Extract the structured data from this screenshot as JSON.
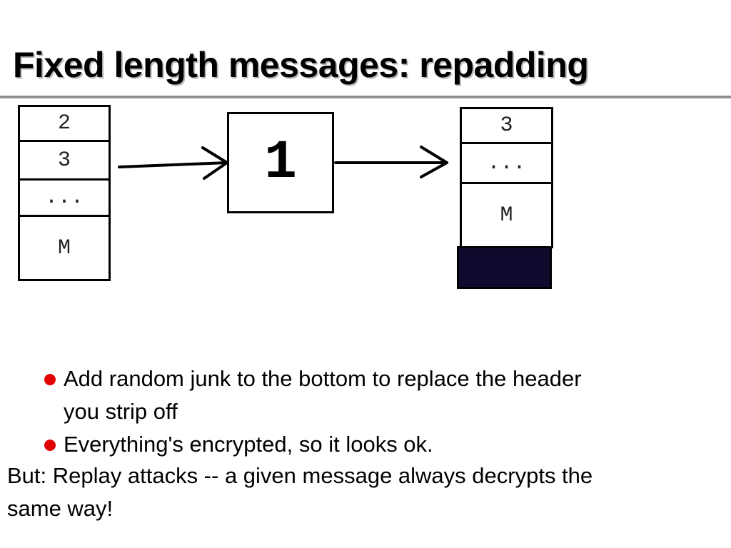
{
  "slide": {
    "title": "Fixed length messages: repadding"
  },
  "diagram": {
    "left_stack": [
      "2",
      "3",
      "...",
      "M"
    ],
    "middle_box": "1",
    "right_stack": [
      "3",
      "...",
      "M",
      ""
    ]
  },
  "bullets": [
    {
      "line1": "Add random junk to the bottom to replace the header",
      "line2": "you strip off"
    },
    {
      "line1": "Everything's encrypted, so it looks ok."
    }
  ],
  "conclusion": {
    "line1": "But: Replay attacks -- a given message always decrypts the",
    "line2": "same way!"
  },
  "colors": {
    "bullet": "#e00000",
    "padding_block": "#0e0b2e"
  }
}
